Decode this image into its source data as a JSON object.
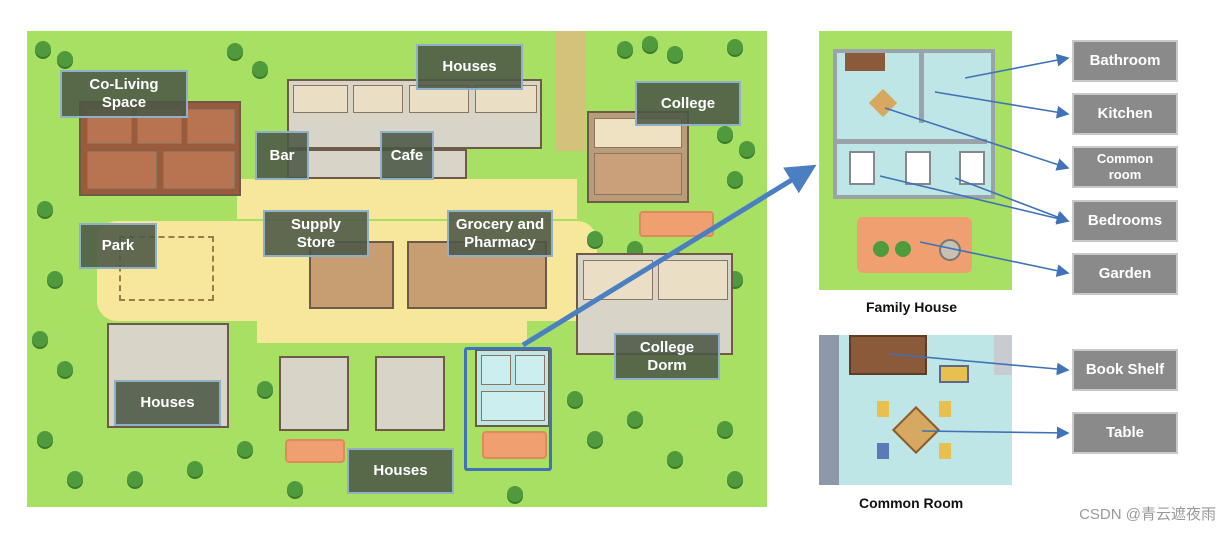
{
  "map_labels": {
    "co_living": "Co-Living Space",
    "houses_top": "Houses",
    "college": "College",
    "bar": "Bar",
    "cafe": "Cafe",
    "park": "Park",
    "supply_store": "Supply Store",
    "grocery": "Grocery and Pharmacy",
    "college_dorm": "College Dorm",
    "houses_left": "Houses",
    "houses_bottom": "Houses"
  },
  "family_house": {
    "caption": "Family House",
    "labels": [
      "Bathroom",
      "Kitchen",
      "Common room",
      "Bedrooms",
      "Garden"
    ]
  },
  "common_room": {
    "caption": "Common Room",
    "labels": [
      "Book Shelf",
      "Table"
    ]
  },
  "watermark": "CSDN @青云遮夜雨",
  "colors": {
    "grass": "#a8e063",
    "highlight": "#3f72b6",
    "label_box": "#8a8a8a"
  }
}
